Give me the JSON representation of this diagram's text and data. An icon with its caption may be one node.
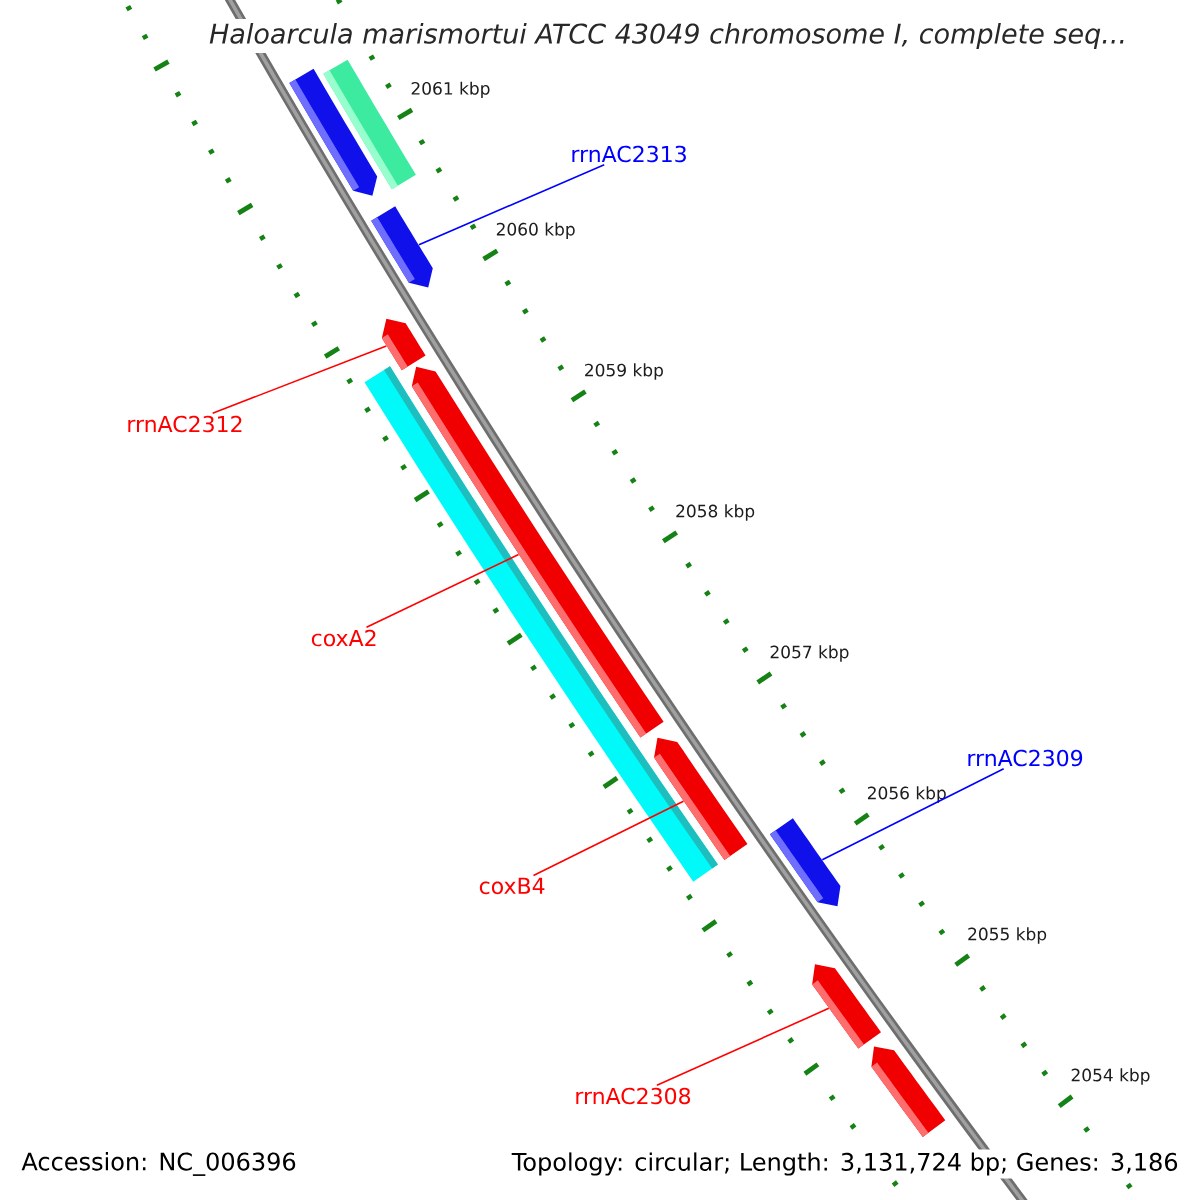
{
  "diagram": {
    "title": "Haloarcula marismortui ATCC 43049 chromosome I, complete seq...",
    "nodes": [
      {
        "text": [],
        "shape": "pentagon"
      },
      {
        "text": [],
        "shape": "bar"
      },
      {
        "text": [
          "rrnAC2313"
        ]
      },
      {
        "text": [],
        "shape": "pentagon"
      },
      {
        "text": [],
        "shape": "pentagon"
      },
      {
        "text": [
          "rrnAC2312"
        ]
      },
      {
        "text": [],
        "shape": "bar"
      },
      {
        "text": [],
        "shape": "pentagon"
      },
      {
        "text": [
          "coxA2"
        ]
      },
      {
        "text": [
          "rrnAC2309"
        ]
      },
      {
        "text": [],
        "shape": "pentagon"
      },
      {
        "text": [
          "coxB4"
        ]
      },
      {
        "text": [],
        "shape": "pentagon"
      },
      {
        "text": [],
        "shape": "pentagon"
      },
      {
        "text": [
          "rrnAC2308"
        ]
      },
      {
        "text": [],
        "shape": "pentagon"
      }
    ],
    "edges": [
      {
        "from": 2,
        "to": 3,
        "arrow": "none",
        "color": "#0000ff"
      },
      {
        "from": 5,
        "to": 4,
        "arrow": "none"
      },
      {
        "from": 8,
        "to": 7,
        "arrow": "none"
      },
      {
        "from": 11,
        "to": 10,
        "arrow": "none"
      },
      {
        "from": 9,
        "to": 12,
        "arrow": "none",
        "color": "#0000ff"
      },
      {
        "from": 14,
        "to": 13,
        "arrow": "none"
      }
    ],
    "labels": [
      "2061 kbp",
      "2060 kbp",
      "2059 kbp",
      "2058 kbp",
      "2057 kbp",
      "2056 kbp",
      "2055 kbp",
      "2054 kbp",
      "Accession: NC_006396",
      "Topology: circular; Length: 3,131,724 bp; Genes: 3,186"
    ]
  }
}
